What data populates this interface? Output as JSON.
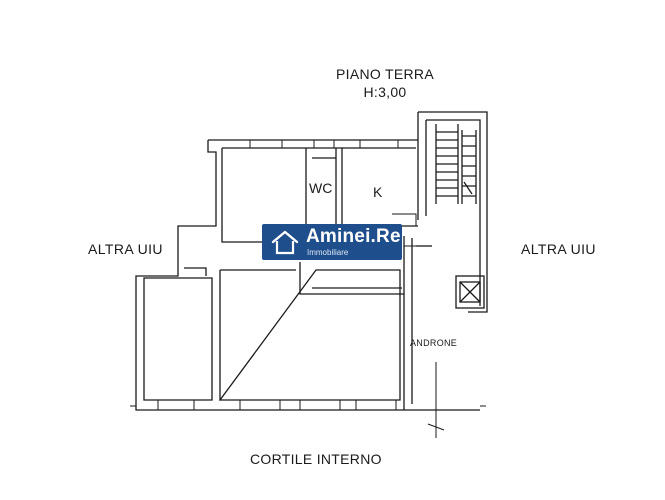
{
  "plan": {
    "title": "PIANO TERRA",
    "height": "H:3,00",
    "left_side": "ALTRA UIU",
    "right_side": "ALTRA UIU",
    "bottom": "CORTILE INTERNO"
  },
  "rooms": {
    "wc": "WC",
    "kitchen": "K",
    "hall": "ANDRONE"
  },
  "watermark": {
    "brand": "Aminei.Re",
    "subtitle": "Immobiliare",
    "icon": "house-icon",
    "color": "#1f4e8c"
  },
  "colors": {
    "wall": "#1a1a1a",
    "background": "#ffffff"
  }
}
